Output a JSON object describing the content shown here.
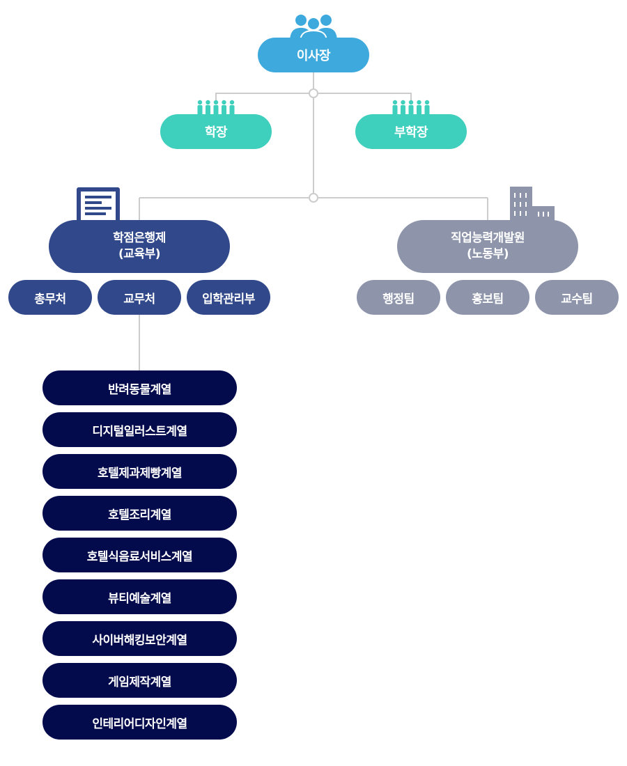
{
  "top": {
    "label": "이사장",
    "icon": "users-icon",
    "color": "#3da9dd"
  },
  "second_level": [
    {
      "label": "학장",
      "icon": "people-row-icon"
    },
    {
      "label": "부학장",
      "icon": "people-row-icon"
    }
  ],
  "branches": {
    "education": {
      "line1": "학점은행제",
      "line2": "(교육부)",
      "icon": "document-icon",
      "color": "#31488a",
      "departments": [
        "총무처",
        "교무처",
        "입학관리부"
      ],
      "majors": [
        "반려동물계열",
        "디지털일러스트계열",
        "호텔제과제빵계열",
        "호텔조리계열",
        "호텔식음료서비스계열",
        "뷰티예술계열",
        "사이버해킹보안계열",
        "게임제작계열",
        "인테리어디자인계열"
      ]
    },
    "labor": {
      "line1": "직업능력개발원",
      "line2": "(노동부)",
      "icon": "building-icon",
      "color": "#8e95ab",
      "departments": [
        "행정팀",
        "홍보팀",
        "교수팀"
      ]
    }
  },
  "colors": {
    "second_level": "#3fcfbd",
    "majors": "#040b4d",
    "connector": "#cccccc"
  }
}
